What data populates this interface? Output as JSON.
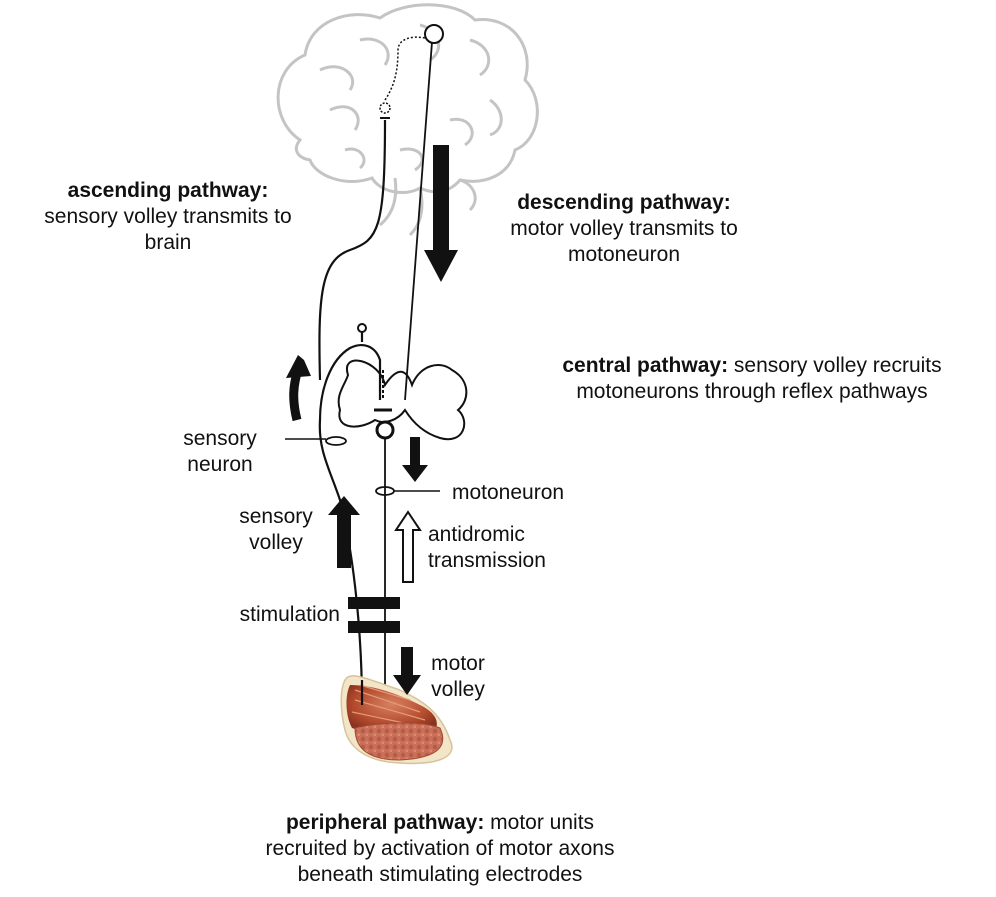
{
  "ascending": {
    "title": "ascending pathway:",
    "line1": "sensory volley transmits to",
    "line2": "brain"
  },
  "descending": {
    "title": "descending pathway:",
    "line1": "motor volley transmits to",
    "line2": "motoneuron"
  },
  "central": {
    "title": "central pathway:",
    "line1_rest": " sensory volley recruits",
    "line2": "motoneurons through reflex pathways"
  },
  "labels": {
    "sensory_neuron_1": "sensory",
    "sensory_neuron_2": "neuron",
    "motoneuron": "motoneuron",
    "sensory_volley_1": "sensory",
    "sensory_volley_2": "volley",
    "antidromic_1": "antidromic",
    "antidromic_2": "transmission",
    "stimulation": "stimulation",
    "motor_volley_1": "motor",
    "motor_volley_2": "volley"
  },
  "peripheral": {
    "title": "peripheral pathway:",
    "line1_rest": " motor units",
    "line2": "recruited by activation of motor axons",
    "line3": "beneath stimulating electrodes"
  }
}
